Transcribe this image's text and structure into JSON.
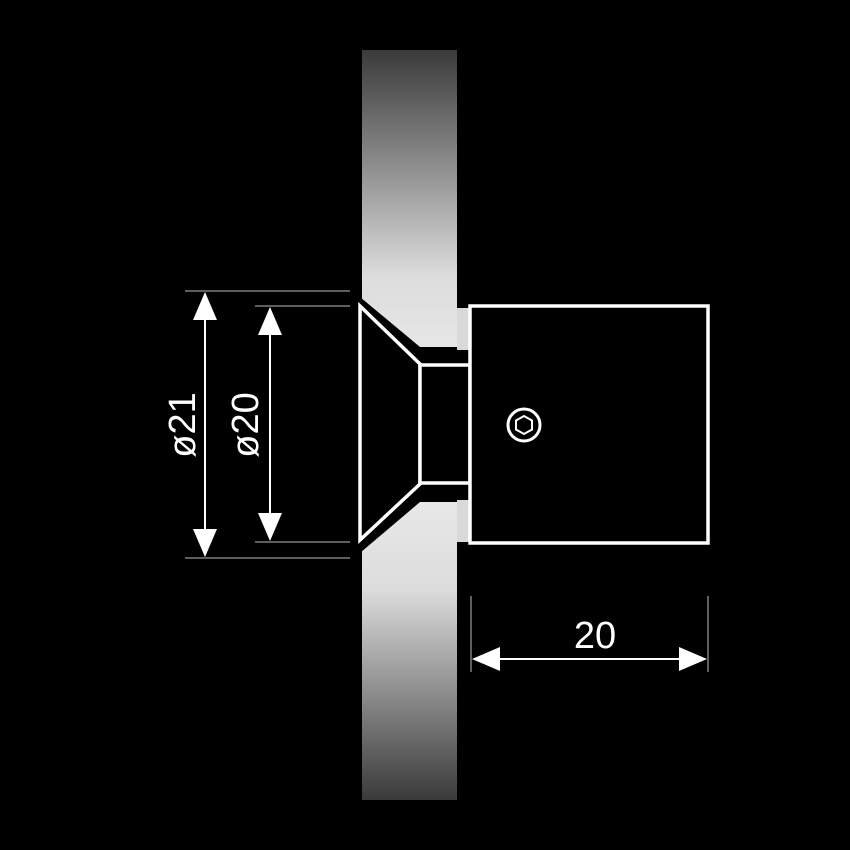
{
  "colors": {
    "background": "#000000",
    "line": "#ffffff",
    "panel_dark": "#3a3a3a",
    "panel_light": "#f2f2f2",
    "extension_line": "#bdbdbd",
    "spacer_ring": "#d9d9d9"
  },
  "dimensions": {
    "outer_diameter_label": "ø21",
    "inner_diameter_label": "ø20",
    "length_label": "20"
  },
  "icons": {
    "screw_head": "hex-socket-icon"
  }
}
